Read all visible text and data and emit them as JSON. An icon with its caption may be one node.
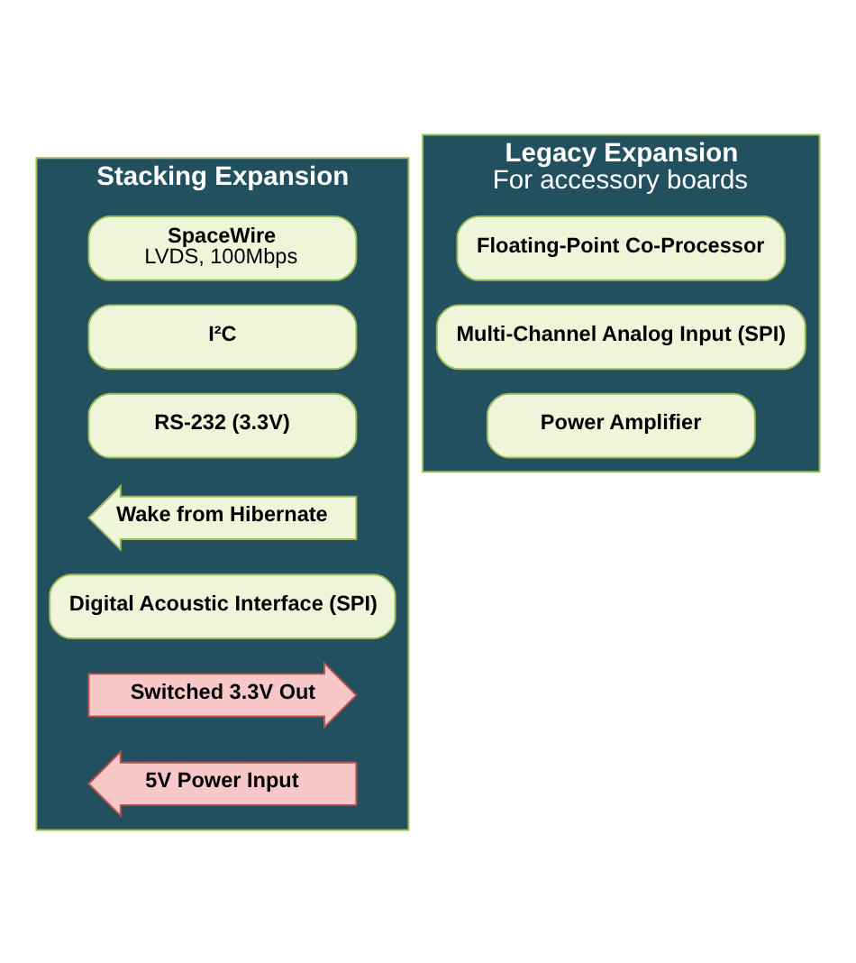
{
  "diagram": {
    "nodes": [
      {
        "text": [
          "Stacking Expansion"
        ]
      },
      {
        "text": [
          "SpaceWire",
          "LVDS, 100Mbps"
        ],
        "in": 0
      },
      {
        "text": [
          "I²C"
        ],
        "in": 0
      },
      {
        "text": [
          "RS-232 (3.3V)"
        ],
        "in": 0
      },
      {
        "text": [
          "Wake from Hibernate"
        ],
        "in": 0
      },
      {
        "text": [
          "Digital Acoustic Interface (SPI)"
        ],
        "in": 0
      },
      {
        "text": [
          "Switched 3.3V Out"
        ],
        "in": 0
      },
      {
        "text": [
          "5V Power Input"
        ],
        "in": 0
      },
      {
        "text": [
          "Legacy Expansion",
          "For accessory boards"
        ]
      },
      {
        "text": [
          "Floating-Point Co-Processor"
        ],
        "in": 8
      },
      {
        "text": [
          "Multi-Channel Analog Input (SPI)"
        ],
        "in": 8
      },
      {
        "text": [
          "Power Amplifier"
        ],
        "in": 8
      }
    ],
    "edges": []
  }
}
